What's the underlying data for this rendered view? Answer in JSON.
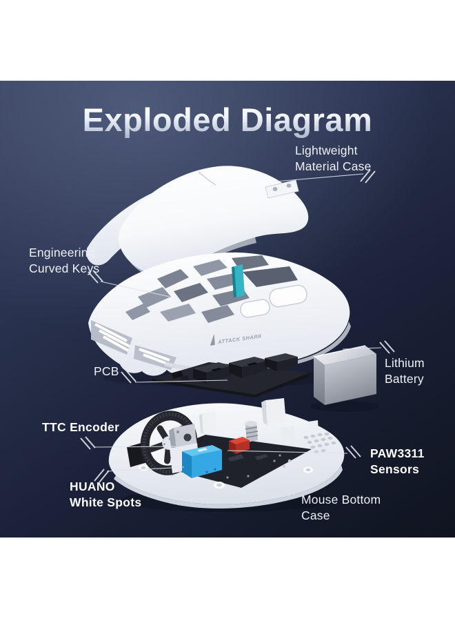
{
  "title": "Exploded Diagram",
  "brand": {
    "logo_text": "ATTACK SHARK"
  },
  "labels": {
    "lightweight": {
      "text": "Lightweight\nMaterial Case"
    },
    "engineering": {
      "text": "Engineering\nCurved Keys"
    },
    "pcb": {
      "text": "PCB"
    },
    "lithium": {
      "text": "Lithium\nBattery"
    },
    "ttc": {
      "text": "TTC Encoder"
    },
    "paw": {
      "text": "PAW3311\nSensors"
    },
    "huano": {
      "text": "HUANO\nWhite Spots"
    },
    "bottom_case": {
      "text": "Mouse Bottom\nCase"
    }
  },
  "colors": {
    "panel_top": "#333c58",
    "panel_bottom": "#10141f",
    "title_gradient_top": "#ffffff",
    "title_gradient_bottom": "#b3bed2",
    "label_text": "#eef1f6",
    "callout_line": "#dfe4ec",
    "mouse_body": "#ffffff",
    "accent_teal": "#35b4c6",
    "switch_blue": "#35a8e4",
    "switch_red": "#e04636",
    "battery_silver": "#c8ccd4",
    "pcb_dark": "#1f222a"
  }
}
